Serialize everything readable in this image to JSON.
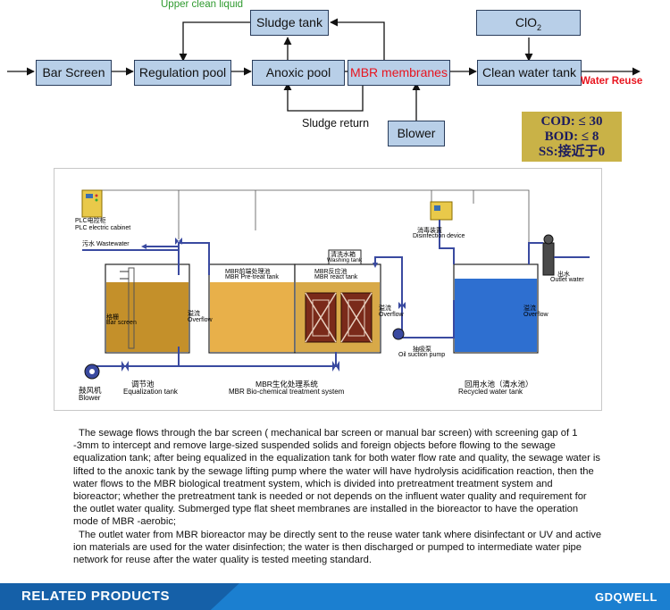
{
  "flow": {
    "upper_clean_liquid": "Upper clean liquid",
    "sludge_tank": "Sludge tank",
    "clo2": "ClO",
    "clo2_sub": "2",
    "bar_screen": "Bar Screen",
    "regulation_pool": "Regulation pool",
    "anoxic_pool": "Anoxic pool",
    "mbr_membranes": "MBR membranes",
    "clean_water_tank": "Clean water tank",
    "water_reuse": "Water Reuse",
    "sludge_return": "Sludge return",
    "blower": "Blower"
  },
  "quality": {
    "cod": "COD: ≤ 30",
    "bod": "BOD: ≤ 8",
    "ss": "SS:接近于0"
  },
  "schematic": {
    "plc_cn": "PLC电控柜",
    "plc_en": "PLC electric cabinet",
    "wastewater": "污水 Wastewater",
    "grid_cn": "格栅",
    "bar_screen_en": "Bar screen",
    "overflow_cn": "溢流",
    "overflow_en": "Overflow",
    "pretreat_cn": "MBR前端处理池",
    "pretreat_en": "MBR Pre-treat tank",
    "react_cn": "MBR反应池",
    "react_en": "MBR react tank",
    "washing_cn": "清洗水箱",
    "washing_en": "Washing tank",
    "disinfect_cn": "消毒装置",
    "disinfect_en": "Disinfection device",
    "outlet_cn": "出水",
    "outlet_en": "Outlet water",
    "suction_cn": "抽吸泵",
    "suction_en": "Oil suction pump",
    "blower_cn": "鼓风机",
    "blower_en": "Blower",
    "equal_cn": "调节池",
    "equal_en": "Equalization tank",
    "mbr_sys_cn": "MBR生化处理系统",
    "mbr_sys_en": "MBR Bio-chemical treatment system",
    "recycle_cn": "回用水池（清水池）",
    "recycle_en": "Recycled water tank"
  },
  "description": {
    "p1": "The sewage flows through the bar screen ( mechanical bar screen or manual bar screen) with screening gap of 1 -3mm to intercept and remove large-sized suspended solids and foreign objects before flowing to the sewage equalization tank; after being equalized in the equalization tank for both water flow rate and quality, the sewage water is lifted to the anoxic tank by the sewage lifting pump where the water will have hydrolysis acidification reaction, then the water flows to the MBR biological treatment system, which is divided into pretreatment treatment system and bioreactor; whether the pretreatment tank is needed or not depends on the influent water quality and requirement for the outlet water quality. Submerged type flat sheet membranes are installed in the bioreactor to have the operation mode of MBR -aerobic;",
    "p2": "The outlet water from MBR bioreactor may be directly sent to the reuse water tank where disinfectant or UV and active ion materials are used for the water disinfection; the water is then discharged or pumped to intermediate water pipe network for reuse after the water quality is tested meeting standard."
  },
  "footer": {
    "related": "RELATED PRODUCTS",
    "brand": "GDQWELL"
  },
  "colors": {
    "box_fill": "#b8cfe8",
    "mbr_text": "#e8141e",
    "upper_text": "#2f9a2f",
    "quality_fill": "#c9b247",
    "footer": "#1b7fd0"
  }
}
